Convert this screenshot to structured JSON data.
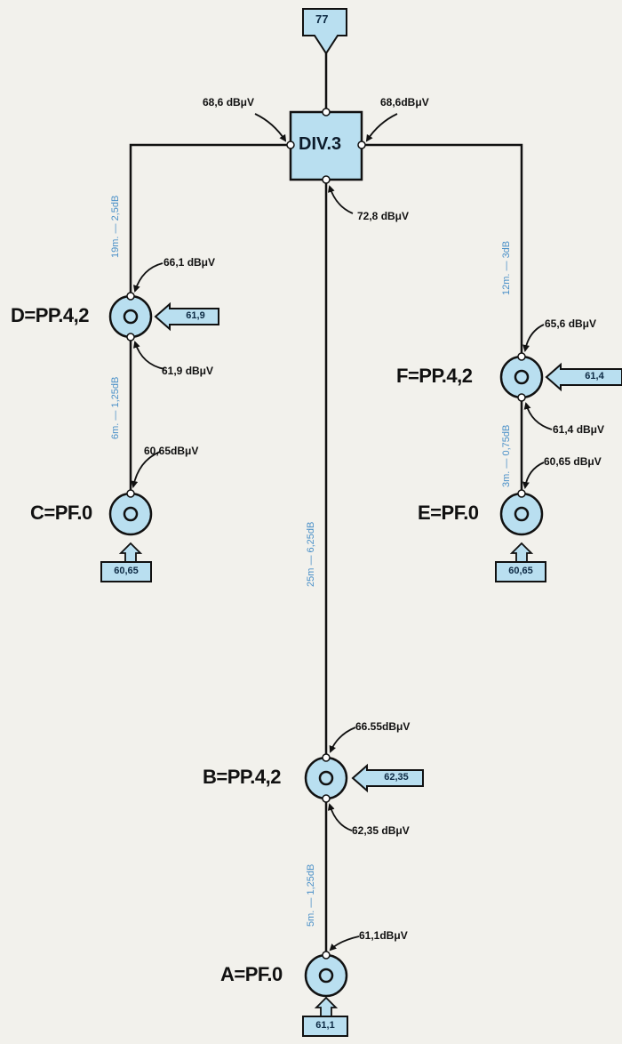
{
  "input": {
    "value": "77"
  },
  "divider": {
    "label": "DIV.3",
    "out_left": "68,6 dBμV",
    "out_right": "68,6dBμV",
    "out_down": "72,8 dBμV"
  },
  "cables": {
    "top_left": "19m. — 2,5dB",
    "d_to_c": "6m. — 1,25dB",
    "center": "25m — 6,25dB",
    "top_right": "12m. — 3dB",
    "f_to_e": "3m. — 0,75dB",
    "b_to_a": "5m. — 1,25dB"
  },
  "outlets": {
    "D": {
      "label": "D=PP.4,2",
      "in": "66,1 dBμV",
      "out": "61,9 dBμV",
      "tap": "61,9"
    },
    "C": {
      "label": "C=PF.0",
      "in": "60,65dBμV",
      "tap": "60,65"
    },
    "F": {
      "label": "F=PP.4,2",
      "in": "65,6 dBμV",
      "out": "61,4 dBμV",
      "tap": "61,4"
    },
    "E": {
      "label": "E=PF.0",
      "in": "60,65 dBμV",
      "tap": "60,65"
    },
    "B": {
      "label": "B=PP.4,2",
      "in": "66.55dBμV",
      "out": "62,35 dBμV",
      "tap": "62,35"
    },
    "A": {
      "label": "A=PF.0",
      "in": "61,1dBμV",
      "tap": "61,1"
    }
  },
  "colors": {
    "fill": "#b9dff0",
    "line": "#111111",
    "cable_text": "#4a90c8"
  }
}
